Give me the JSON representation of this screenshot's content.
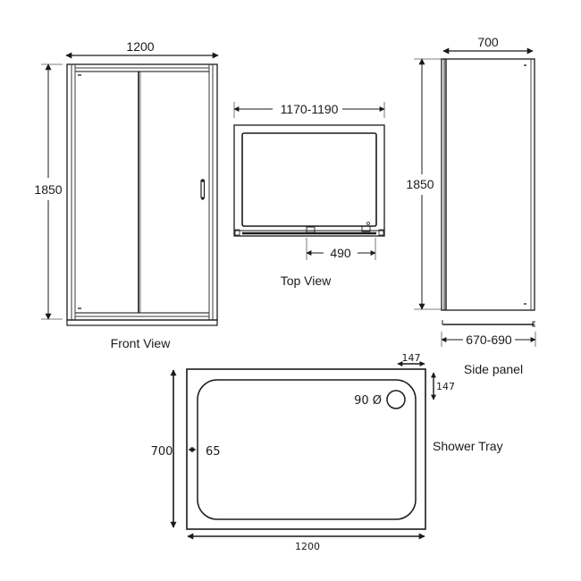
{
  "front_view": {
    "caption": "Front View",
    "width_label": "1200",
    "height_label": "1850"
  },
  "top_view": {
    "caption": "Top View",
    "width_label": "1170-1190",
    "opening_label": "490"
  },
  "side_panel": {
    "caption": "Side panel",
    "width_label": "700",
    "height_label": "1850",
    "adjust_label": "670-690"
  },
  "shower_tray": {
    "caption": "Shower Tray",
    "width_label": "1200",
    "depth_label": "700",
    "rim_label": "65",
    "waste_label": "90 Ø",
    "waste_offset_x_label": "147",
    "waste_offset_y_label": "147"
  },
  "colors": {
    "line": "#1a1a1a",
    "background": "#ffffff"
  }
}
